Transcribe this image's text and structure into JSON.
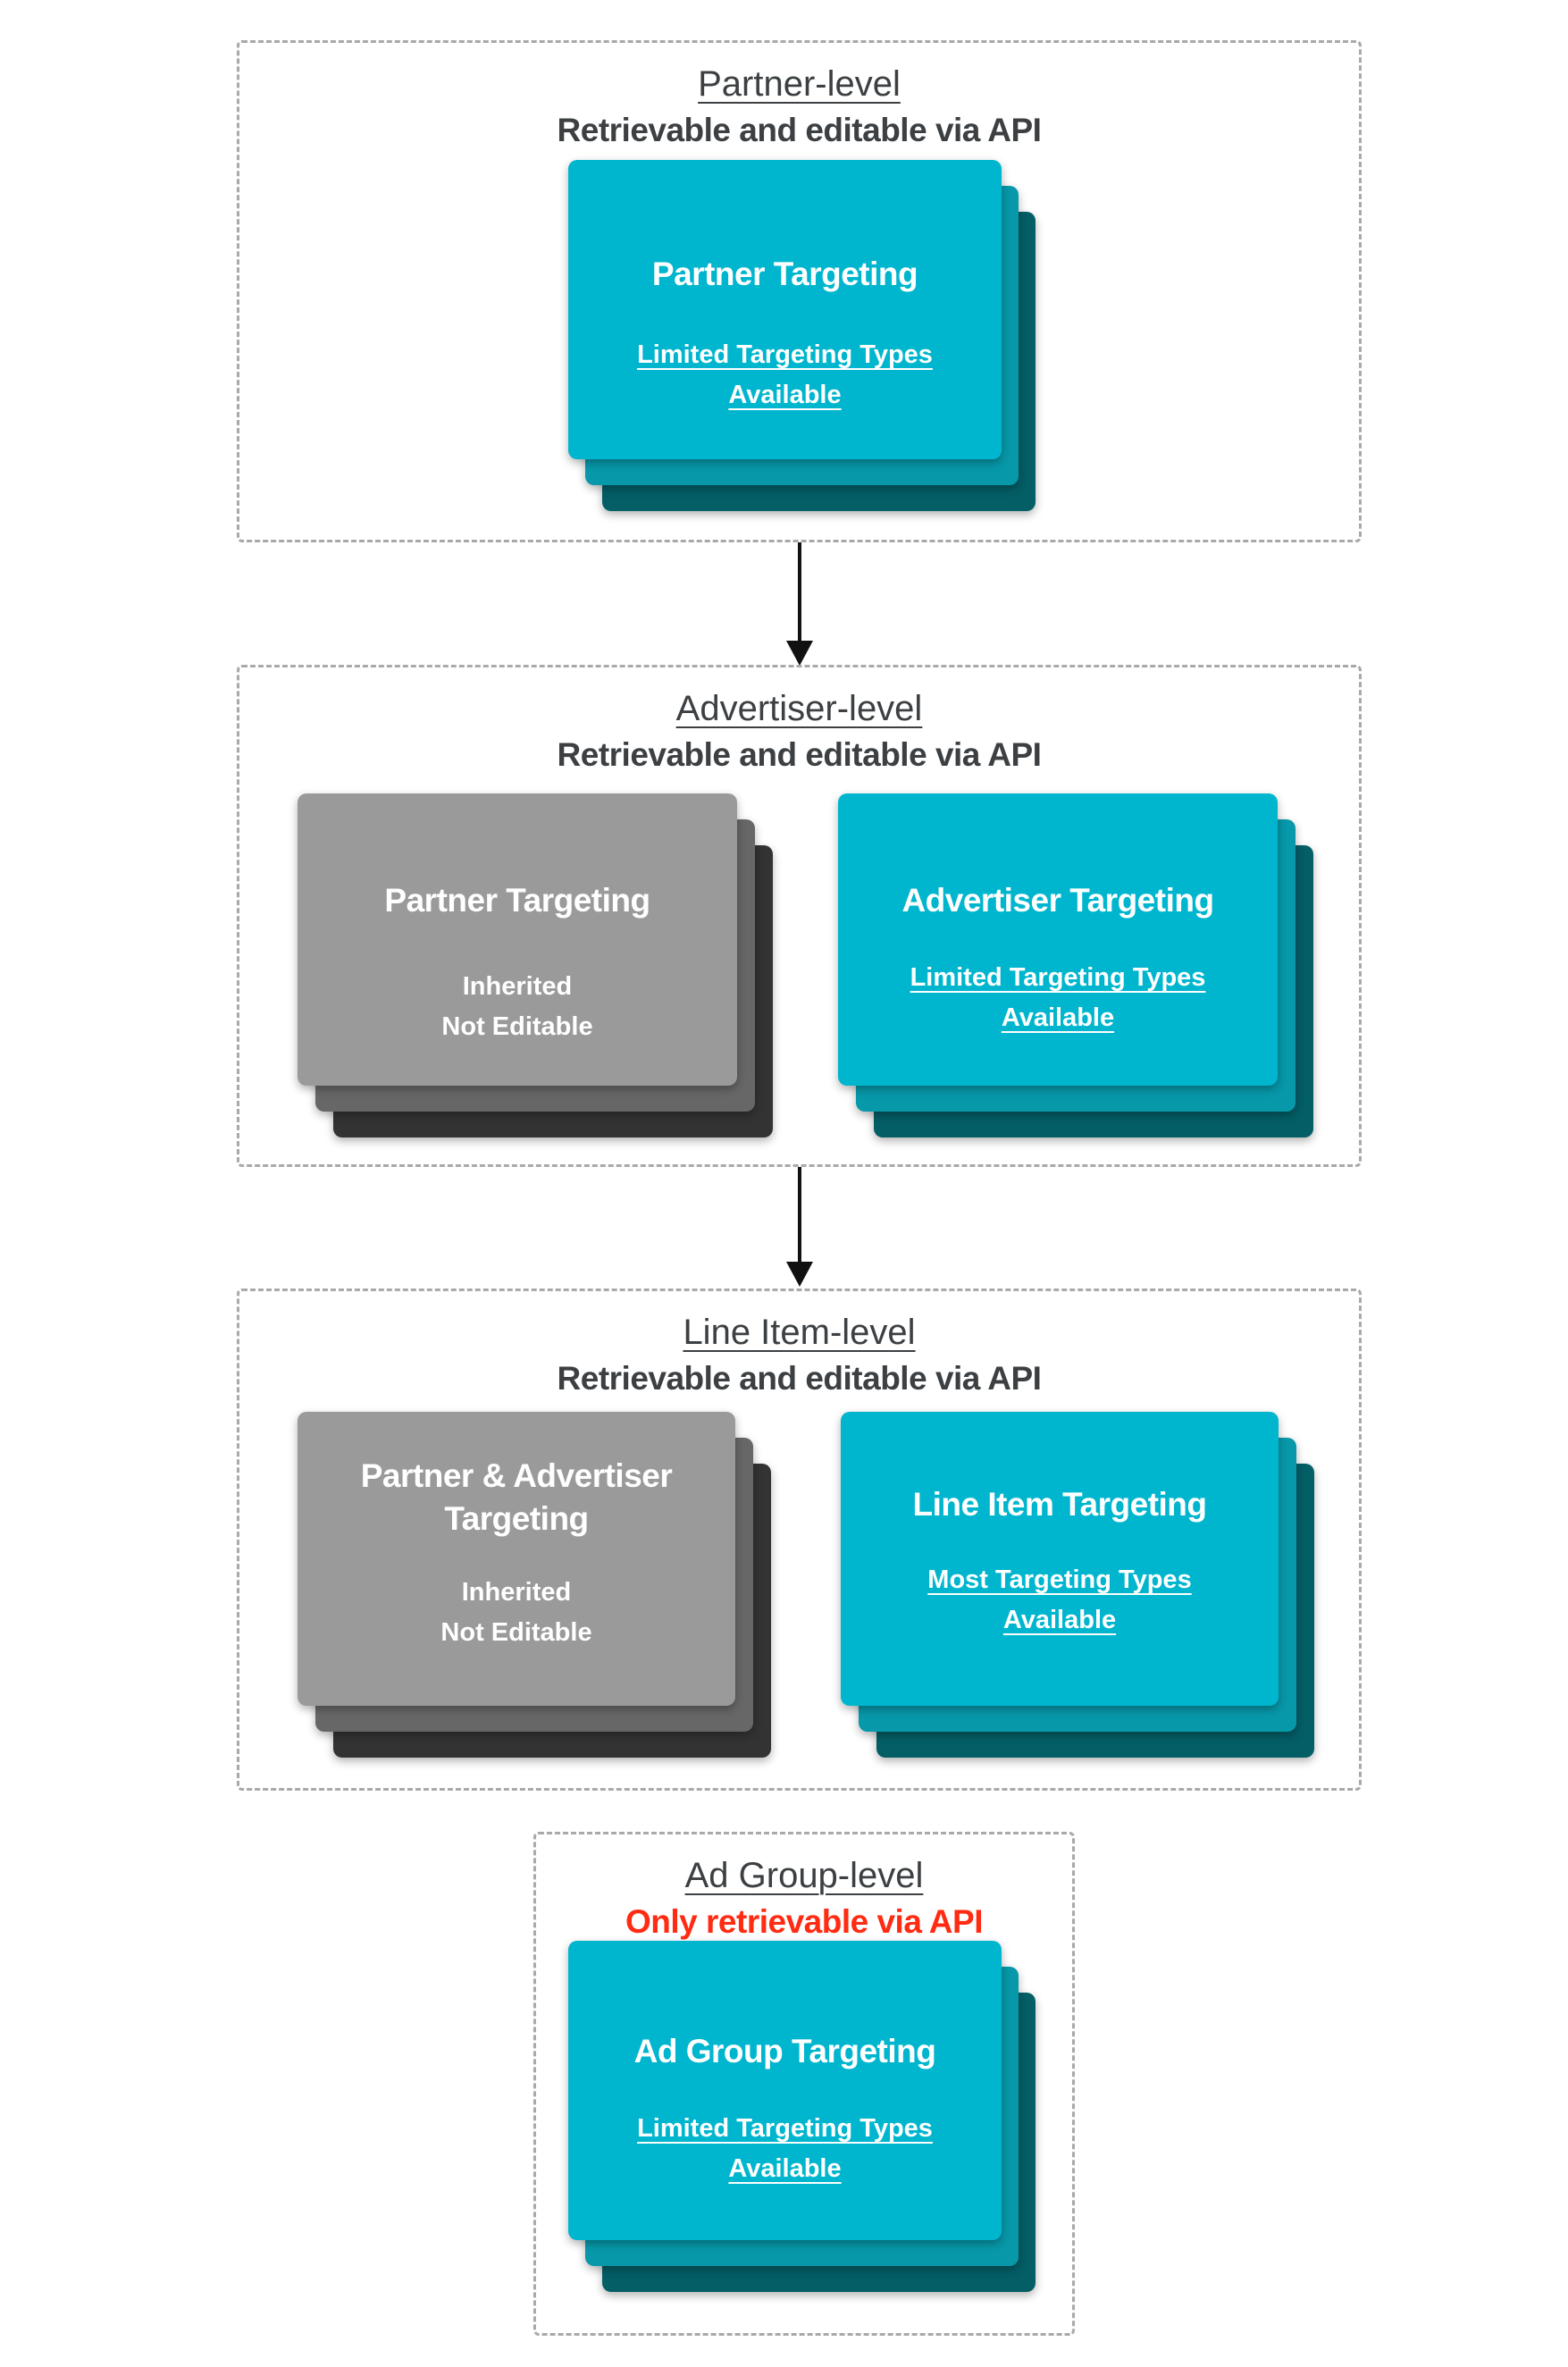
{
  "page": {
    "background": "#ffffff"
  },
  "colors": {
    "cyan_front": "#00b6ce",
    "cyan_mid": "#0798a9",
    "cyan_back": "#045e66",
    "gray_front": "#9a9a9a",
    "gray_mid": "#676767",
    "gray_back": "#333333",
    "section_border": "#a9a9a9",
    "heading_text": "#3c4043",
    "red_text": "#ff2b12",
    "card_text": "#ffffff",
    "arrow": "#111111"
  },
  "sections": [
    {
      "id": "partner-level",
      "title": "Partner-level",
      "subtitle": "Retrievable and editable via API",
      "cards": [
        {
          "style": "cyan",
          "title": "Partner Targeting",
          "subtitle": "Limited Targeting Types\nAvailable"
        }
      ]
    },
    {
      "id": "advertiser-level",
      "title": "Advertiser-level",
      "subtitle": "Retrievable and editable via API",
      "cards": [
        {
          "style": "gray",
          "title": "Partner Targeting",
          "body": "Inherited\nNot Editable"
        },
        {
          "style": "cyan",
          "title": "Advertiser Targeting",
          "subtitle": "Limited Targeting Types\nAvailable"
        }
      ]
    },
    {
      "id": "line-item-level",
      "title": "Line Item-level",
      "subtitle": "Retrievable and editable via API",
      "cards": [
        {
          "style": "gray",
          "title": "Partner & Advertiser\nTargeting",
          "body": "Inherited\nNot Editable"
        },
        {
          "style": "cyan",
          "title": "Line Item Targeting",
          "subtitle": "Most Targeting Types\nAvailable"
        }
      ]
    },
    {
      "id": "ad-group-level",
      "title": "Ad Group-level",
      "subtitle": "Only retrievable via API",
      "cards": [
        {
          "style": "cyan",
          "title": "Ad Group Targeting",
          "subtitle": "Limited Targeting Types\nAvailable"
        }
      ]
    }
  ]
}
